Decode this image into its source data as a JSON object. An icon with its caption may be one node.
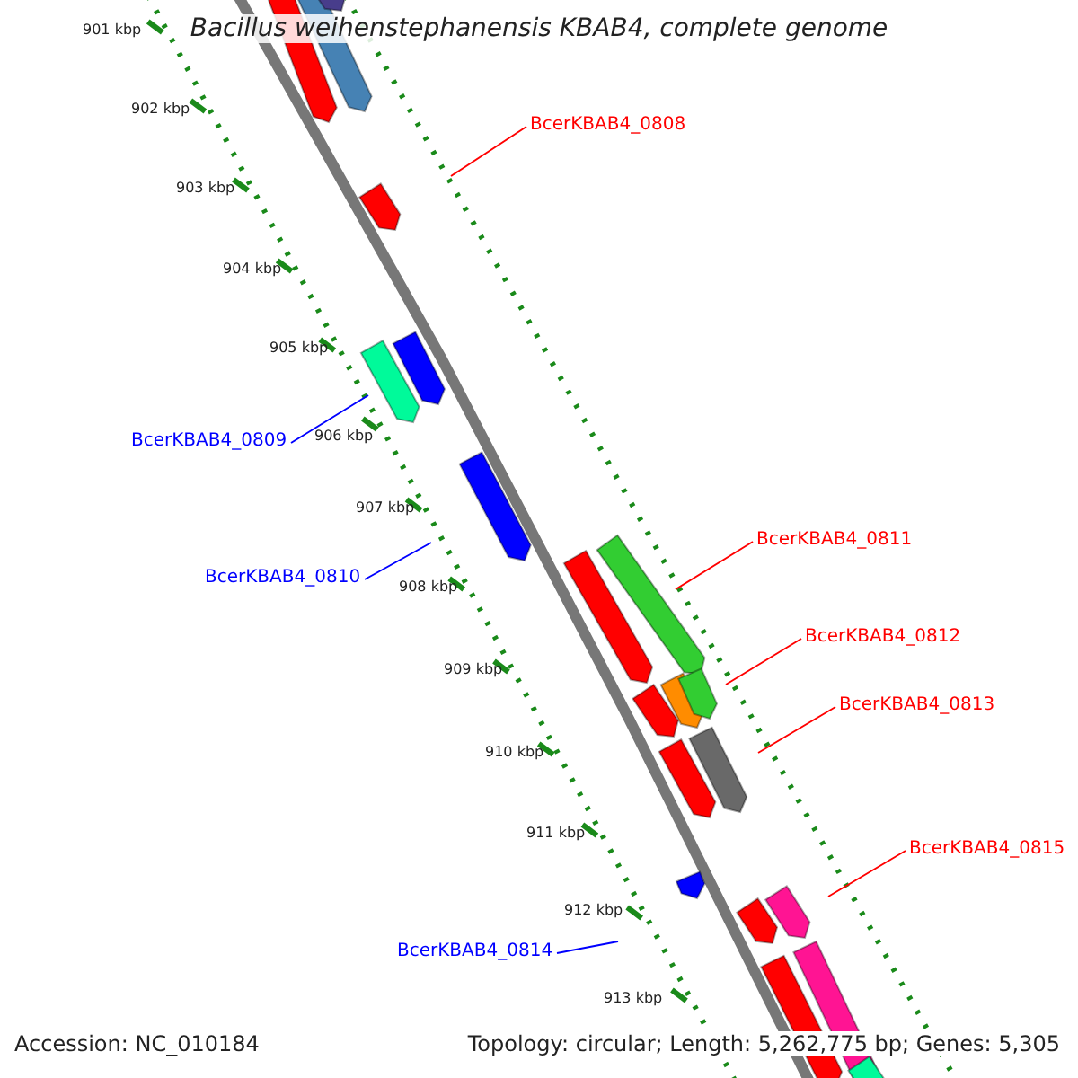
{
  "diagram": {
    "title": "Bacillus weihenstephanensis KBAB4, complete genome",
    "nodes": [
      {
        "text": [
          "BcerKBAB4_0808"
        ]
      },
      {
        "text": [
          "BcerKBAB4_0809"
        ]
      },
      {
        "text": [
          "BcerKBAB4_0810"
        ]
      },
      {
        "text": [
          "BcerKBAB4_0811"
        ]
      },
      {
        "text": [
          "BcerKBAB4_0812"
        ]
      },
      {
        "text": [
          "BcerKBAB4_0813"
        ]
      },
      {
        "text": [
          "BcerKBAB4_0815"
        ]
      },
      {
        "text": [
          "BcerKBAB4_0814"
        ]
      }
    ],
    "edges": [
      {
        "from": 0,
        "to": null,
        "arrow": "none"
      },
      {
        "from": 1,
        "to": null,
        "arrow": "none",
        "color": "#0000ff"
      },
      {
        "from": 2,
        "to": null,
        "arrow": "none",
        "color": "#0000ff"
      },
      {
        "from": 3,
        "to": null,
        "arrow": "none"
      },
      {
        "from": 4,
        "to": null,
        "arrow": "none"
      },
      {
        "from": 5,
        "to": null,
        "arrow": "none"
      },
      {
        "from": 6,
        "to": null,
        "arrow": "none"
      },
      {
        "from": 7,
        "to": null,
        "arrow": "none",
        "color": "#0000ff"
      }
    ],
    "labels": [
      "901 kbp",
      "902 kbp",
      "903 kbp",
      "904 kbp",
      "905 kbp",
      "906 kbp",
      "907 kbp",
      "908 kbp",
      "909 kbp",
      "910 kbp",
      "911 kbp",
      "912 kbp",
      "913 kbp",
      "Accession: NC_010184",
      "Topology: circular; Length: 5,262,775 bp; Genes: 5,305"
    ]
  }
}
